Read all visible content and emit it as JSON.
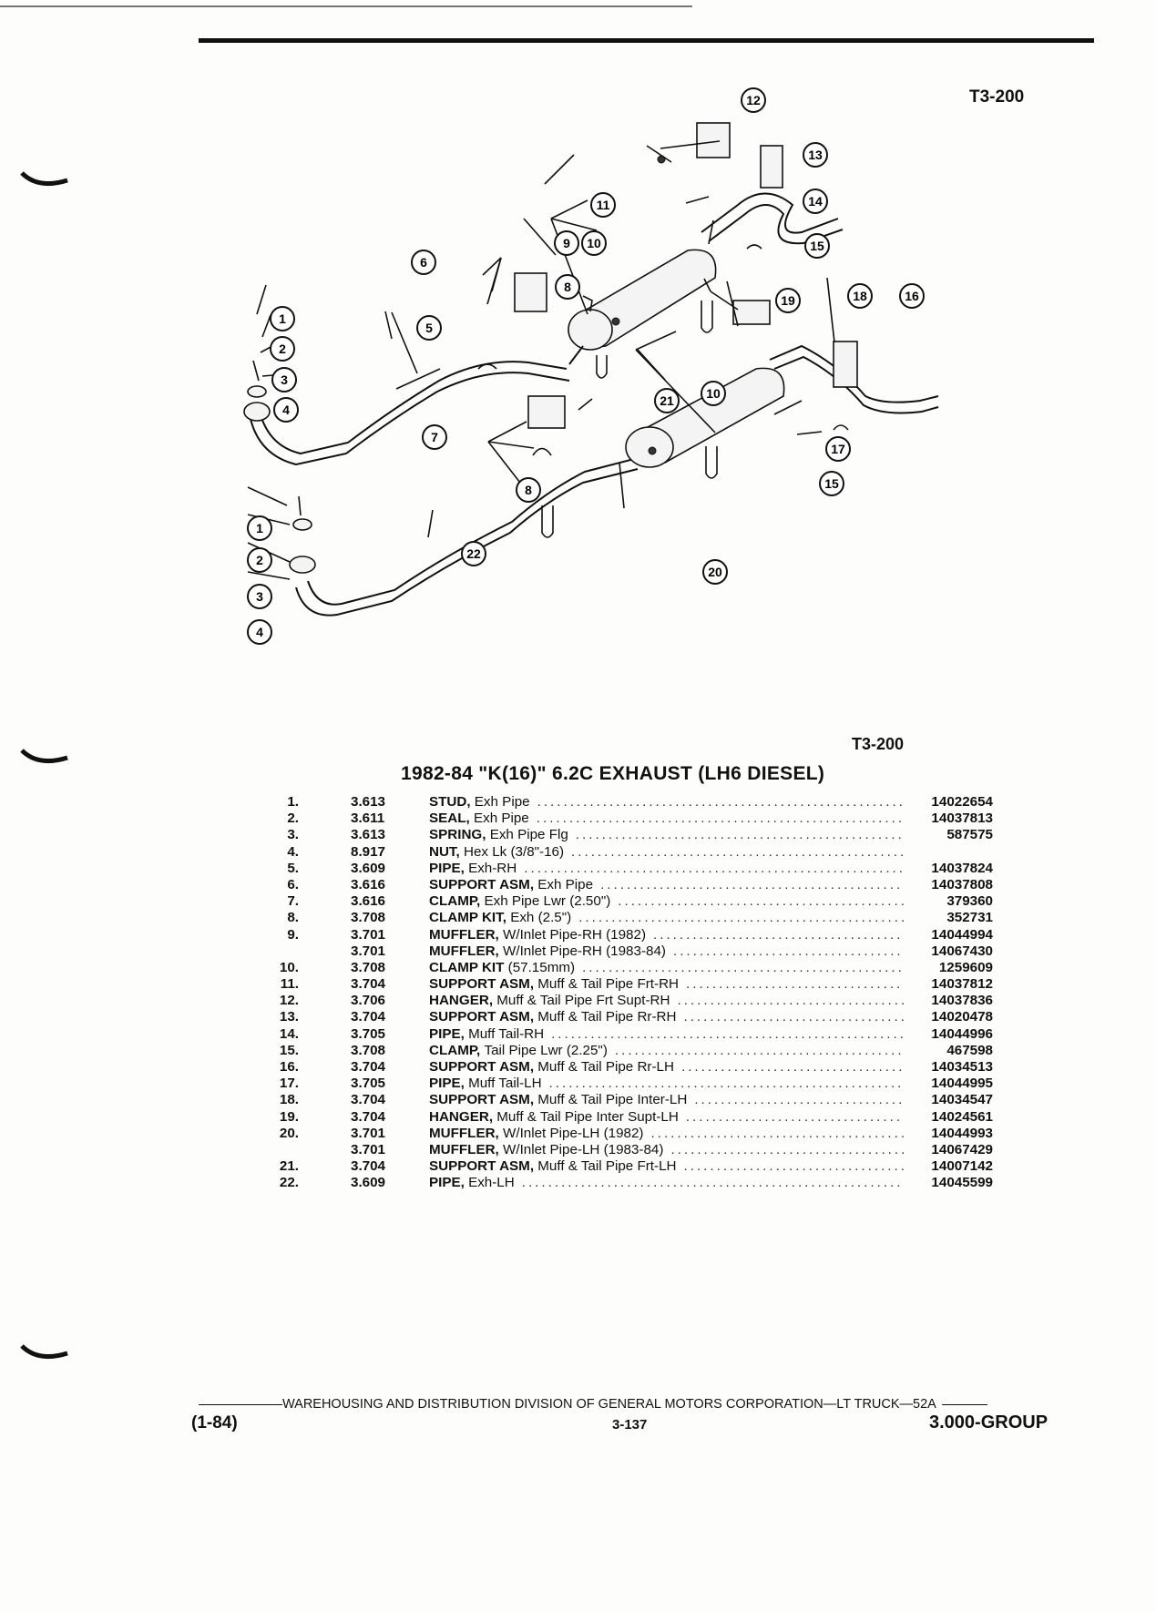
{
  "figure_code_top": "T3-200",
  "figure_code_mid": "T3-200",
  "title": "1982-84 \"K(16)\" 6.2C EXHAUST (LH6 DIESEL)",
  "callouts": [
    "1",
    "2",
    "3",
    "4",
    "5",
    "6",
    "7",
    "8",
    "9",
    "10",
    "11",
    "12",
    "13",
    "14",
    "15",
    "16",
    "17",
    "18",
    "19",
    "20",
    "21",
    "22"
  ],
  "parts": [
    {
      "num": "1.",
      "group": "3.613",
      "name": "STUD,",
      "desc": "Exh Pipe",
      "part_no": "14022654"
    },
    {
      "num": "2.",
      "group": "3.611",
      "name": "SEAL,",
      "desc": "Exh Pipe",
      "part_no": "14037813"
    },
    {
      "num": "3.",
      "group": "3.613",
      "name": "SPRING,",
      "desc": "Exh Pipe Flg",
      "part_no": "587575"
    },
    {
      "num": "4.",
      "group": "8.917",
      "name": "NUT,",
      "desc": "Hex Lk (3/8\"-16)",
      "part_no": ""
    },
    {
      "num": "5.",
      "group": "3.609",
      "name": "PIPE,",
      "desc": "Exh-RH",
      "part_no": "14037824"
    },
    {
      "num": "6.",
      "group": "3.616",
      "name": "SUPPORT ASM,",
      "desc": "Exh Pipe",
      "part_no": "14037808"
    },
    {
      "num": "7.",
      "group": "3.616",
      "name": "CLAMP,",
      "desc": "Exh Pipe Lwr (2.50\")",
      "part_no": "379360"
    },
    {
      "num": "8.",
      "group": "3.708",
      "name": "CLAMP KIT,",
      "desc": "Exh (2.5\")",
      "part_no": "352731"
    },
    {
      "num": "9.",
      "group": "3.701",
      "name": "MUFFLER,",
      "desc": "W/Inlet Pipe-RH (1982)",
      "part_no": "14044994"
    },
    {
      "num": "",
      "group": "3.701",
      "name": "MUFFLER,",
      "desc": "W/Inlet Pipe-RH (1983-84)",
      "part_no": "14067430"
    },
    {
      "num": "10.",
      "group": "3.708",
      "name": "CLAMP KIT",
      "desc": "(57.15mm)",
      "part_no": "1259609"
    },
    {
      "num": "11.",
      "group": "3.704",
      "name": "SUPPORT ASM,",
      "desc": "Muff & Tail Pipe Frt-RH",
      "part_no": "14037812"
    },
    {
      "num": "12.",
      "group": "3.706",
      "name": "HANGER,",
      "desc": "Muff & Tail Pipe Frt Supt-RH",
      "part_no": "14037836"
    },
    {
      "num": "13.",
      "group": "3.704",
      "name": "SUPPORT ASM,",
      "desc": "Muff & Tail Pipe Rr-RH",
      "part_no": "14020478"
    },
    {
      "num": "14.",
      "group": "3.705",
      "name": "PIPE,",
      "desc": "Muff Tail-RH",
      "part_no": "14044996"
    },
    {
      "num": "15.",
      "group": "3.708",
      "name": "CLAMP,",
      "desc": "Tail Pipe Lwr (2.25\")",
      "part_no": "467598"
    },
    {
      "num": "16.",
      "group": "3.704",
      "name": "SUPPORT ASM,",
      "desc": "Muff & Tail Pipe Rr-LH",
      "part_no": "14034513"
    },
    {
      "num": "17.",
      "group": "3.705",
      "name": "PIPE,",
      "desc": "Muff Tail-LH",
      "part_no": "14044995"
    },
    {
      "num": "18.",
      "group": "3.704",
      "name": "SUPPORT ASM,",
      "desc": "Muff & Tail Pipe Inter-LH",
      "part_no": "14034547"
    },
    {
      "num": "19.",
      "group": "3.704",
      "name": "HANGER,",
      "desc": "Muff & Tail Pipe Inter Supt-LH",
      "part_no": "14024561"
    },
    {
      "num": "20.",
      "group": "3.701",
      "name": "MUFFLER,",
      "desc": "W/Inlet Pipe-LH (1982)",
      "part_no": "14044993"
    },
    {
      "num": "",
      "group": "3.701",
      "name": "MUFFLER,",
      "desc": "W/Inlet Pipe-LH (1983-84)",
      "part_no": "14067429"
    },
    {
      "num": "21.",
      "group": "3.704",
      "name": "SUPPORT ASM,",
      "desc": "Muff & Tail Pipe Frt-LH",
      "part_no": "14007142"
    },
    {
      "num": "22.",
      "group": "3.609",
      "name": "PIPE,",
      "desc": "Exh-LH",
      "part_no": "14045599"
    }
  ],
  "footer": {
    "publisher": "WAREHOUSING AND DISTRIBUTION  DIVISION OF GENERAL MOTORS CORPORATION—LT TRUCK—52A",
    "date": "(1-84)",
    "page": "3-137",
    "group": "3.000-GROUP"
  }
}
